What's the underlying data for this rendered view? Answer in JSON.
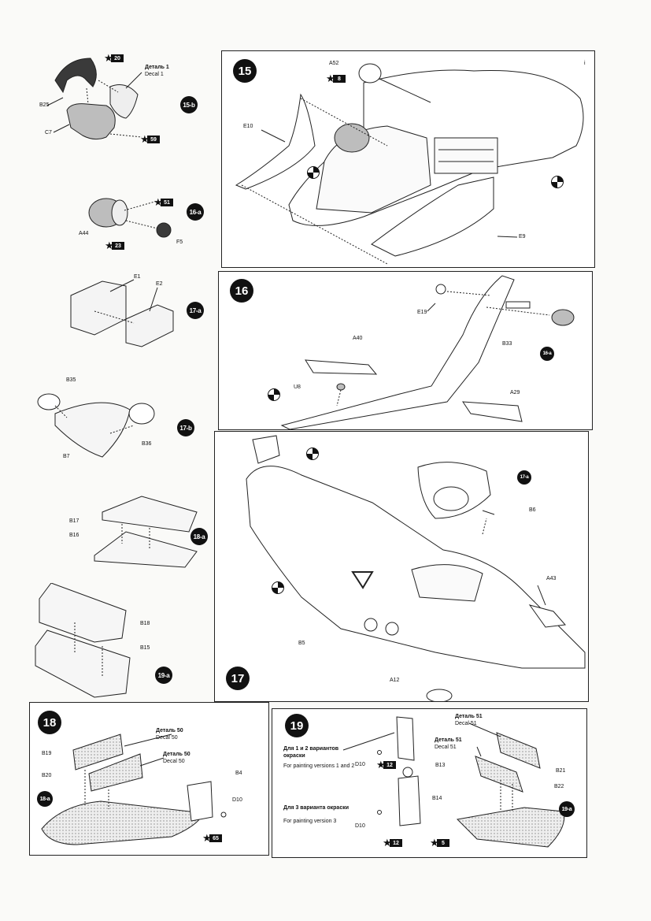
{
  "substeps": {
    "s15b": "15-b",
    "s16a": "16-a",
    "s17a": "17-a",
    "s17b": "17-b",
    "s18a": "18-a",
    "s19a": "19-a"
  },
  "steps": {
    "s15": "15",
    "s16": "16",
    "s17": "17",
    "s18": "18",
    "s19": "19"
  },
  "left_column": {
    "b15": {
      "parts": [
        "B25",
        "C7"
      ],
      "decal_ru": "Деталь 1",
      "decal_en": "Decal 1",
      "paint_20": "20",
      "paint_59": "59"
    },
    "a16": {
      "parts": [
        "A44",
        "F5"
      ],
      "paint_51": "51",
      "paint_23": "23"
    },
    "a17": {
      "parts": [
        "E1",
        "E2"
      ]
    },
    "b17": {
      "parts": [
        "B35",
        "B7",
        "B36"
      ]
    },
    "a18": {
      "parts": [
        "B17",
        "B16"
      ]
    },
    "a19": {
      "parts": [
        "B18",
        "B15"
      ]
    }
  },
  "step15": {
    "parts": [
      "A52",
      "E10",
      "E9"
    ],
    "paint_8": "8",
    "roman_mark": "i"
  },
  "step16": {
    "parts": [
      "E19",
      "B33",
      "A40",
      "U8",
      "A29"
    ],
    "ref_16a": "16-a"
  },
  "step17": {
    "parts": [
      "B6",
      "A43",
      "B5",
      "A12"
    ],
    "ref_17a": "17-a"
  },
  "step18": {
    "decal50_ru_1": "Деталь 50",
    "decal50_en_1": "Decal 50",
    "decal50_ru_2": "Деталь 50",
    "decal50_en_2": "Decal 50",
    "parts": [
      "B19",
      "B20",
      "B4",
      "D10"
    ],
    "ref_18a": "18-a",
    "paint_65": "65"
  },
  "step19": {
    "decal51_ru_1": "Деталь 51",
    "decal51_en_1": "Decal 51",
    "decal51_ru_2": "Деталь 51",
    "decal51_en_2": "Decal 51",
    "versions12_ru": "Для 1 и 2 вариантов окраски",
    "versions12_en": "For painting versions 1 and 2",
    "versions3_ru": "Для 3 варианта окраски",
    "versions3_en": "For painting version 3",
    "parts": [
      "D10",
      "B13",
      "D10",
      "B14",
      "B21",
      "B22"
    ],
    "paint_12a": "12",
    "paint_12b": "12",
    "paint_5": "5",
    "ref_19a": "19-a"
  }
}
